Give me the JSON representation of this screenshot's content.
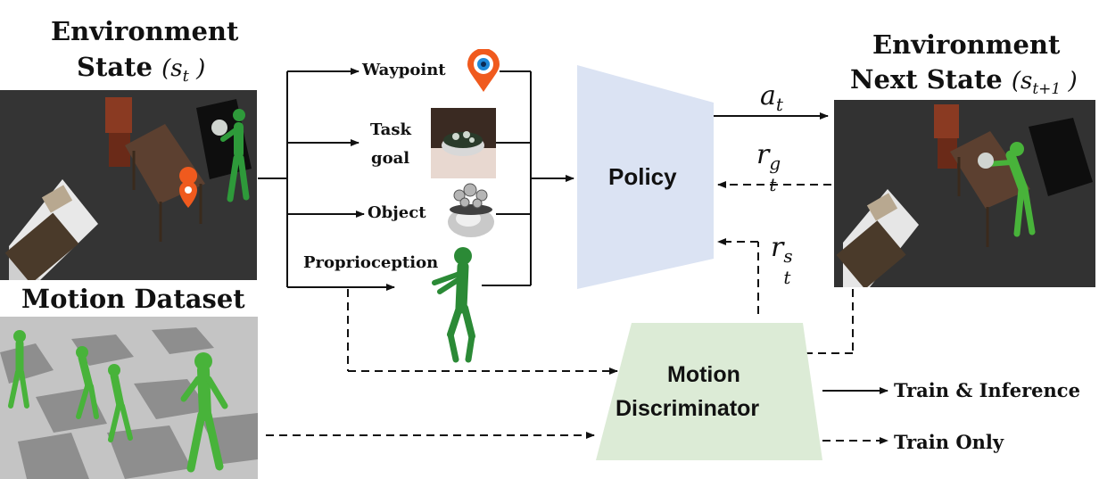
{
  "env_state": {
    "title_line1": "Environment",
    "title_line2": "State",
    "symbol": "s",
    "sub": "t"
  },
  "env_next_state": {
    "title_line1": "Environment",
    "title_line2": "Next State",
    "symbol": "s",
    "sub": "t+1"
  },
  "motion_dataset": {
    "title": "Motion Dataset"
  },
  "inputs": {
    "waypoint": "Waypoint",
    "task_goal_line1": "Task",
    "task_goal_line2": "goal",
    "object": "Object",
    "proprioception": "Proprioception"
  },
  "policy": {
    "label": "Policy"
  },
  "discriminator": {
    "line1": "Motion",
    "line2": "Discriminator"
  },
  "signals": {
    "action": "a",
    "action_sub": "t",
    "reward_task": "r",
    "reward_task_sub": "t",
    "reward_task_sup": "g",
    "reward_style": "r",
    "reward_style_sub": "t",
    "reward_style_sup": "s"
  },
  "legend": {
    "solid": "Train & Inference",
    "dashed": "Train Only"
  },
  "colors": {
    "policy_fill": "#dbe3f3",
    "discriminator_fill": "#dcebd6",
    "scene_bg": "#2f2f2f",
    "character_green": "#2e9a3a",
    "pin_orange": "#f05a1e"
  }
}
